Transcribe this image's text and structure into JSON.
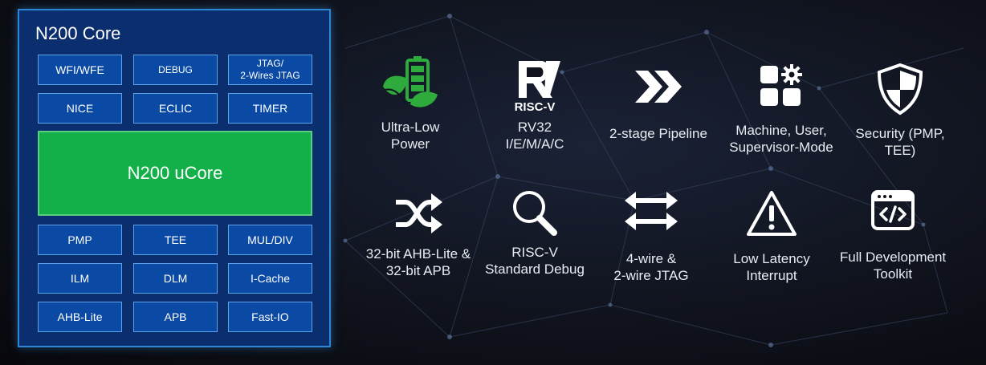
{
  "core": {
    "title": "N200 Core",
    "top_blocks": [
      "WFI/WFE",
      "DEBUG",
      "JTAG/\n2-Wires JTAG",
      "NICE",
      "ECLIC",
      "TIMER"
    ],
    "ucore_label": "N200 uCore",
    "bottom_blocks": [
      "PMP",
      "TEE",
      "MUL/DIV",
      "ILM",
      "DLM",
      "I-Cache",
      "AHB-Lite",
      "APB",
      "Fast-IO"
    ]
  },
  "features": [
    {
      "label": "Ultra-Low\nPower",
      "icon": "battery-leaf-icon"
    },
    {
      "label": "RV32\nI/E/M/A/C",
      "icon": "risc-v-logo-icon",
      "logo_text": "RISC-V"
    },
    {
      "label": "2-stage Pipeline",
      "icon": "double-chevron-icon"
    },
    {
      "label": "Machine, User,\nSupervisor-Mode",
      "icon": "app-grid-gear-icon"
    },
    {
      "label": "Security (PMP, TEE)",
      "icon": "shield-icon"
    },
    {
      "label": "32-bit AHB-Lite &\n32-bit APB",
      "icon": "shuffle-arrows-icon"
    },
    {
      "label": "RISC-V\nStandard Debug",
      "icon": "magnifier-icon"
    },
    {
      "label": "4-wire &\n2-wire JTAG",
      "icon": "bidirectional-arrows-icon"
    },
    {
      "label": "Low Latency\nInterrupt",
      "icon": "warning-triangle-icon"
    },
    {
      "label": "Full Development\nToolkit",
      "icon": "code-window-icon"
    }
  ],
  "colors": {
    "core_bg": "#0b2f6e",
    "core_border": "#2c86d4",
    "block_bg": "#0a4aa5",
    "ucore_green": "#13b04a",
    "leaf_green": "#2faa3c",
    "icon_white": "#ffffff"
  }
}
